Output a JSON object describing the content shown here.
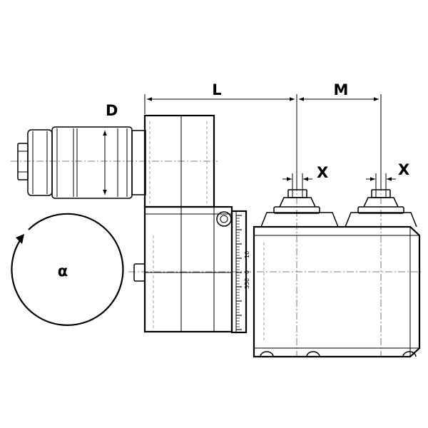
{
  "labels": {
    "L": "L",
    "M": "M",
    "D": "D",
    "X_left": "X",
    "X_right": "X",
    "alpha": "α"
  },
  "scale": {
    "tick_top": "10",
    "tick_mid": "0",
    "tick_bottom": "350"
  },
  "colors": {
    "line": "#000000",
    "background": "#ffffff"
  }
}
